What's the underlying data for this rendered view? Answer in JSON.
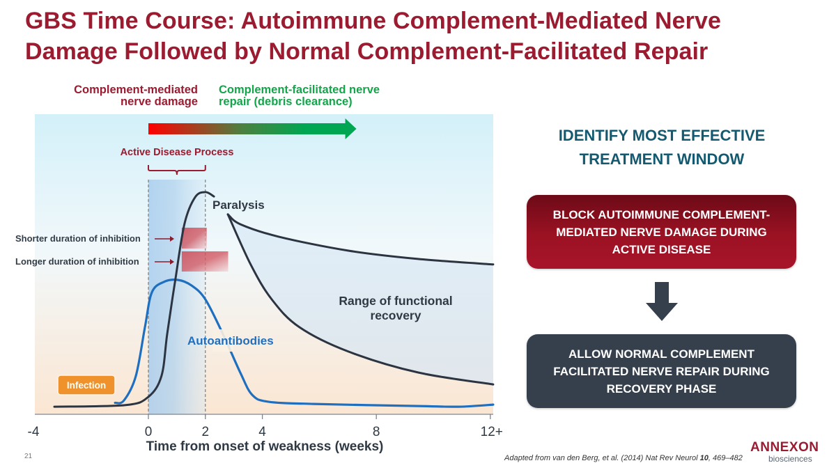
{
  "title": "GBS Time Course:  Autoimmune Complement-Mediated Nerve Damage Followed by Normal Complement-Facilitated Repair",
  "phase_labels": {
    "damage_line1": "Complement-mediated",
    "damage_line2": "nerve damage",
    "repair_line1": "Complement-facilitated nerve",
    "repair_line2": "repair (debris clearance)"
  },
  "colors": {
    "brand_red": "#9b1b30",
    "repair_green": "#13a54a",
    "teal_heading": "#135a70",
    "paralysis_line": "#2b3440",
    "autoantibody_line": "#1f6fc0",
    "infection_orange": "#ef922c",
    "dark_box": "#36404d"
  },
  "chart_data": {
    "type": "line",
    "title": "",
    "xlabel": "Time from onset of weakness (weeks)",
    "ylabel": "",
    "xlim": [
      -4,
      12
    ],
    "x_ticks": [
      {
        "value": -4,
        "label": "-4"
      },
      {
        "value": 0,
        "label": "0"
      },
      {
        "value": 2,
        "label": "2"
      },
      {
        "value": 4,
        "label": "4"
      },
      {
        "value": 8,
        "label": "8"
      },
      {
        "value": 12,
        "label": "12+"
      }
    ],
    "ylim": [
      0,
      1
    ],
    "grid": false,
    "series": [
      {
        "name": "Paralysis",
        "label": "Paralysis",
        "points": [
          [
            -3.3,
            0.033
          ],
          [
            -0.8,
            0.04
          ],
          [
            0,
            0.076
          ],
          [
            0.46,
            0.167
          ],
          [
            0.66,
            0.35
          ],
          [
            0.95,
            0.59
          ],
          [
            1.27,
            0.83
          ],
          [
            1.64,
            0.945
          ],
          [
            2.0,
            0.967
          ],
          [
            2.3,
            0.948
          ]
        ]
      },
      {
        "name": "Recovery upper bound",
        "points": [
          [
            2.79,
            0.87
          ],
          [
            3.23,
            0.827
          ],
          [
            4.57,
            0.773
          ],
          [
            7.02,
            0.712
          ],
          [
            9.46,
            0.676
          ],
          [
            12.1,
            0.652
          ]
        ]
      },
      {
        "name": "Recovery lower bound",
        "points": [
          [
            2.79,
            0.87
          ],
          [
            3.59,
            0.652
          ],
          [
            4.33,
            0.5
          ],
          [
            5.3,
            0.379
          ],
          [
            7.02,
            0.273
          ],
          [
            9.46,
            0.182
          ],
          [
            12.1,
            0.13
          ]
        ]
      },
      {
        "name": "Autoantibodies",
        "label": "Autoantibodies",
        "points": [
          [
            -1.17,
            0.05
          ],
          [
            -0.86,
            0.06
          ],
          [
            -0.44,
            0.167
          ],
          [
            -0.12,
            0.38
          ],
          [
            0.12,
            0.53
          ],
          [
            0.54,
            0.576
          ],
          [
            1.03,
            0.585
          ],
          [
            1.52,
            0.56
          ],
          [
            2.0,
            0.5
          ],
          [
            2.62,
            0.348
          ],
          [
            3.23,
            0.18
          ],
          [
            3.64,
            0.085
          ],
          [
            4.2,
            0.055
          ],
          [
            5.8,
            0.045
          ],
          [
            9.46,
            0.036
          ],
          [
            10.9,
            0.033
          ],
          [
            12.1,
            0.042
          ]
        ]
      }
    ],
    "shaded_regions": [
      {
        "name": "Active Disease Process",
        "x_start": 0,
        "x_end": 2
      },
      {
        "name": "Range of functional recovery",
        "between": [
          "Recovery upper bound",
          "Recovery lower bound"
        ]
      }
    ],
    "inhibition_bars": [
      {
        "label": "Shorter duration of inhibition",
        "x_start": 1.17,
        "x_end": 2.05
      },
      {
        "label": "Longer duration of inhibition",
        "x_start": 1.17,
        "x_end": 2.8
      }
    ],
    "phase_arrow": {
      "x_start": 0,
      "x_end": 7.3,
      "from_color": "#ff0000",
      "to_color": "#00a651"
    },
    "annotations": [
      {
        "text": "Active Disease Process"
      },
      {
        "text": "Paralysis"
      },
      {
        "text": "Autoantibodies"
      },
      {
        "text": "Range of functional recovery"
      },
      {
        "text": "Infection"
      }
    ]
  },
  "chart_text": {
    "active_disease": "Active Disease Process",
    "paralysis": "Paralysis",
    "autoantibodies": "Autoantibodies",
    "recovery_line1": "Range of functional",
    "recovery_line2": "recovery",
    "infection": "Infection"
  },
  "inhibition": {
    "shorter": "Shorter duration of inhibition",
    "longer": "Longer duration of inhibition"
  },
  "right_panel": {
    "heading_line1": "IDENTIFY MOST EFFECTIVE",
    "heading_line2": "TREATMENT WINDOW",
    "block_box": "BLOCK AUTOIMMUNE COMPLEMENT-MEDIATED NERVE DAMAGE DURING ACTIVE DISEASE",
    "allow_box": "ALLOW NORMAL COMPLEMENT FACILITATED NERVE REPAIR DURING RECOVERY PHASE",
    "arrow_icon": "down-arrow-icon"
  },
  "footer": {
    "page_number": "21",
    "citation_prefix": "Adapted from van den Berg, et al. (2014) Nat Rev Neurol ",
    "citation_volume": "10",
    "citation_suffix": ", 469–482",
    "logo_name": "ANNEXON",
    "logo_sub": "biosciences"
  }
}
